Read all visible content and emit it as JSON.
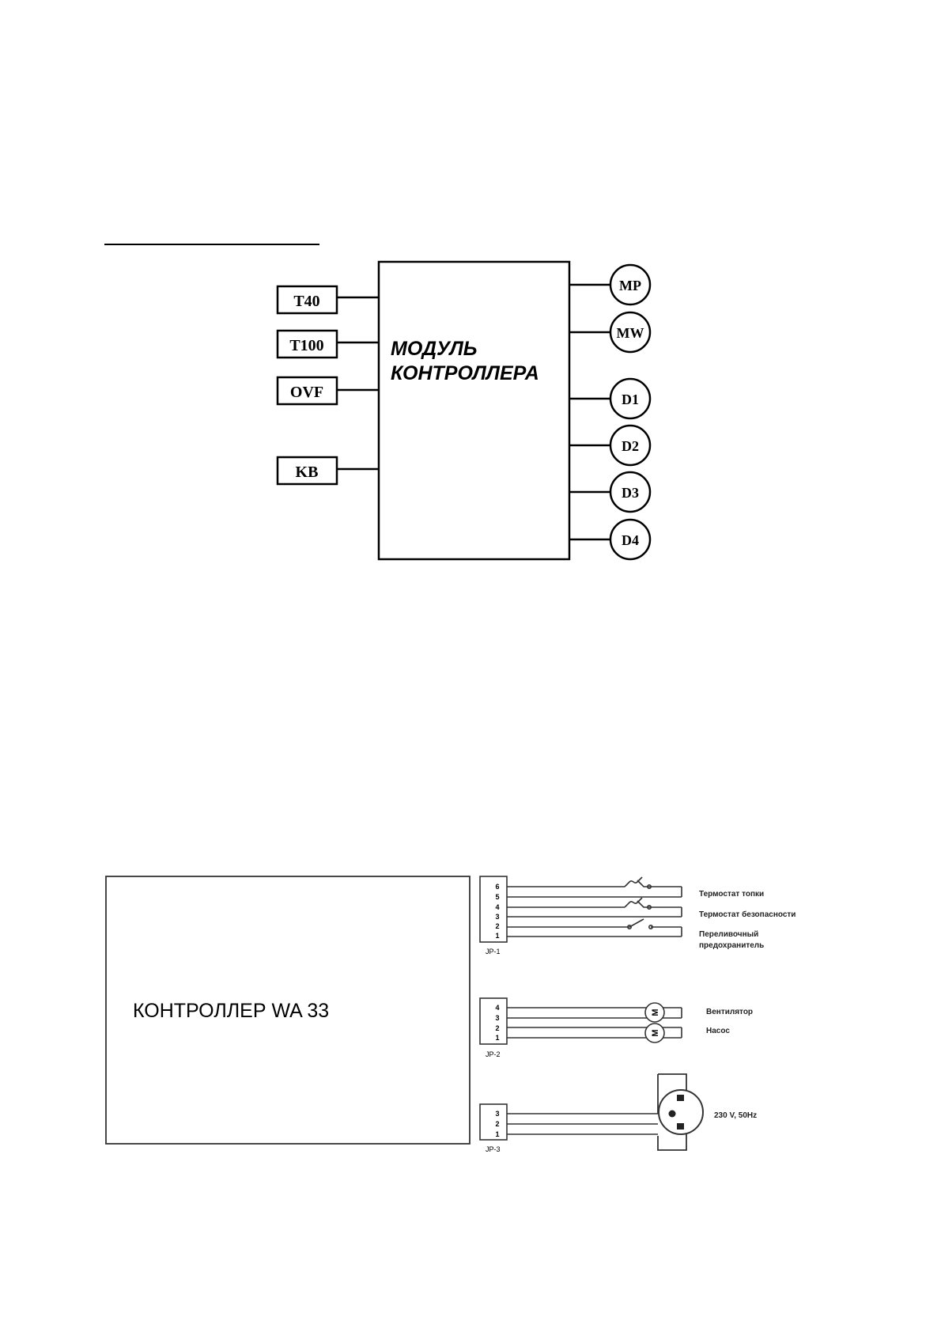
{
  "block_diagram": {
    "module_title_line1": "МОДУЛЬ",
    "module_title_line2": "КОНТРОЛЛЕРА",
    "inputs": [
      "T40",
      "T100",
      "OVF",
      "KB"
    ],
    "outputs": [
      "MP",
      "MW",
      "D1",
      "D2",
      "D3",
      "D4"
    ]
  },
  "wiring_diagram": {
    "controller_label": "КОНТРОЛЛЕР  WA 33",
    "jp1": {
      "label": "JP-1",
      "pins": [
        "6",
        "5",
        "4",
        "3",
        "2",
        "1"
      ],
      "devices": [
        "Термостат топки",
        "Термостат безопасности",
        "Переливочный",
        "предохранитель"
      ]
    },
    "jp2": {
      "label": "JP-2",
      "pins": [
        "4",
        "3",
        "2",
        "1"
      ],
      "devices": [
        "Вентилятор",
        "Насос"
      ],
      "motor_symbol": "M"
    },
    "jp3": {
      "label": "JP-3",
      "pins": [
        "3",
        "2",
        "1"
      ],
      "supply": "230 V, 50Hz"
    }
  }
}
